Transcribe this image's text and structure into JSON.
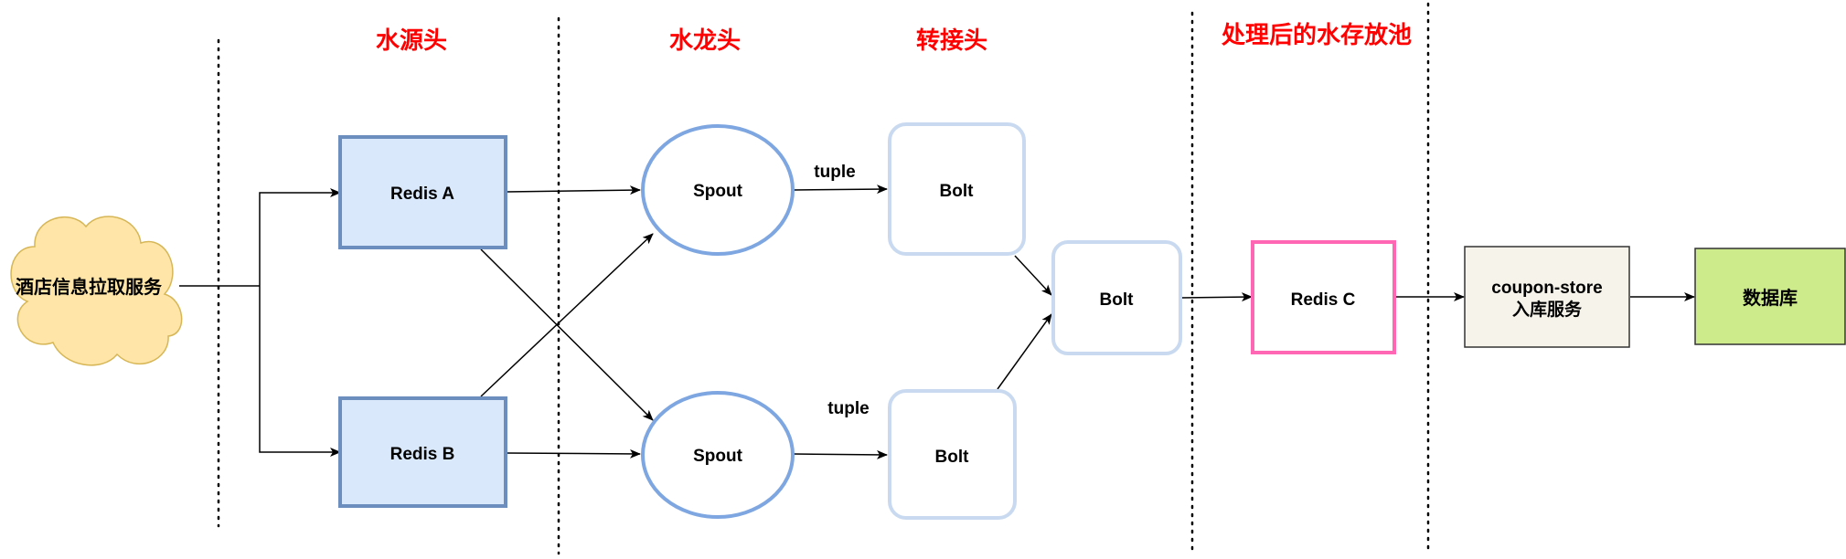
{
  "stages": {
    "source": "水源头",
    "faucet": "水龙头",
    "adapter": "转接头",
    "pool": "处理后的水存放池"
  },
  "nodes": {
    "cloud": "酒店信息拉取服务",
    "redis_a": "Redis A",
    "redis_b": "Redis B",
    "spout_top": "Spout",
    "spout_bottom": "Spout",
    "bolt_top": "Bolt",
    "bolt_bottom": "Bolt",
    "bolt_merge": "Bolt",
    "redis_c": "Redis C",
    "coupon_line1": "coupon-store",
    "coupon_line2": "入库服务",
    "database": "数据库"
  },
  "edge_labels": {
    "tuple_top": "tuple",
    "tuple_bottom": "tuple"
  },
  "colors": {
    "stage_title": "#ff0000",
    "redis_fill": "#dae8fc",
    "redis_stroke": "#6c8ebf",
    "spout_stroke": "#7ea6e0",
    "bolt_stroke": "#c9daf0",
    "redis_c_stroke": "#ff66b3",
    "cloud_fill": "#ffe6a8",
    "cloud_stroke": "#d6b656",
    "coupon_fill": "#f5f3ea",
    "database_fill": "#cdeb8b"
  }
}
